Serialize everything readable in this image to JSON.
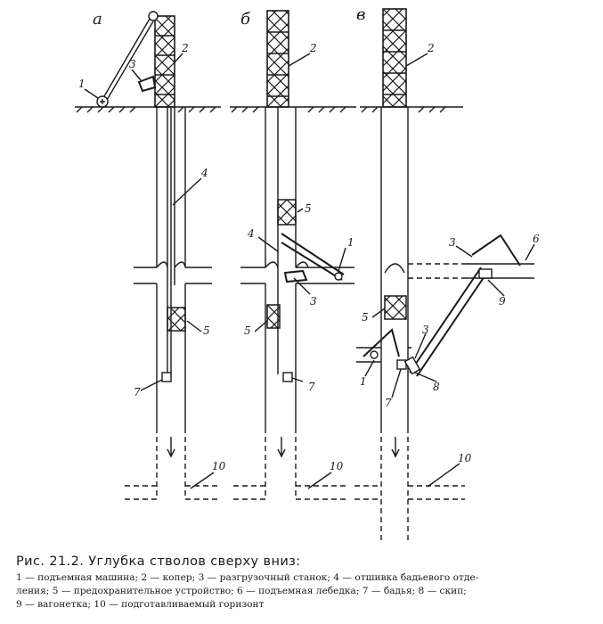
{
  "panels": {
    "a": "а",
    "b": "б",
    "v": "в"
  },
  "callouts": {
    "a": [
      "1",
      "2",
      "3",
      "4",
      "5",
      "7",
      "10"
    ],
    "b": [
      "2",
      "5",
      "4",
      "1",
      "3",
      "5",
      "7",
      "10"
    ],
    "v": [
      "2",
      "3",
      "6",
      "9",
      "5",
      "3",
      "1",
      "7",
      "8",
      "10"
    ]
  },
  "caption": {
    "title": "Рис. 21.2. Углубка стволов сверху вниз:",
    "line1": "1 — подъемная машина; 2 — копер; 3 — разгрузочный станок; 4 — отшивка бадьевого отде-",
    "line2": "ления; 5 — предохранительное устройство; 6 — подъемная лебедка; 7 — бадья; 8 — скип;",
    "line3": "9 — вагонетка; 10 — подготавливаемый горизонт"
  }
}
